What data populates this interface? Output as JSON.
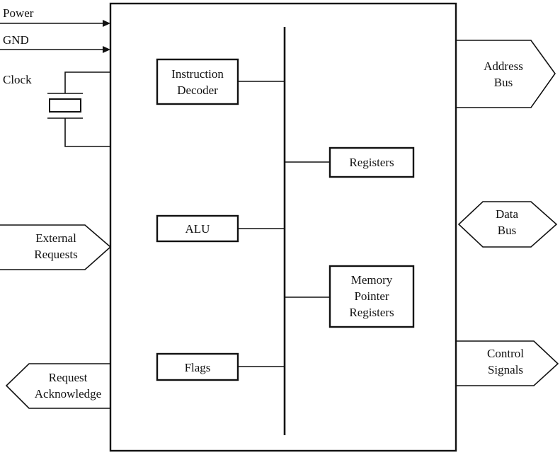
{
  "inputs": {
    "power": "Power",
    "gnd": "GND",
    "clock": "Clock"
  },
  "blocks": {
    "instruction_decoder": [
      "Instruction",
      "Decoder"
    ],
    "alu": "ALU",
    "flags": "Flags",
    "registers": "Registers",
    "memory_pointer_registers": [
      "Memory",
      "Pointer",
      "Registers"
    ]
  },
  "left_signals": {
    "external_requests": [
      "External",
      "Requests"
    ],
    "request_acknowledge": [
      "Request",
      "Acknowledge"
    ]
  },
  "right_signals": {
    "address_bus": [
      "Address",
      "Bus"
    ],
    "data_bus": [
      "Data",
      "Bus"
    ],
    "control_signals": [
      "Control",
      "Signals"
    ]
  }
}
